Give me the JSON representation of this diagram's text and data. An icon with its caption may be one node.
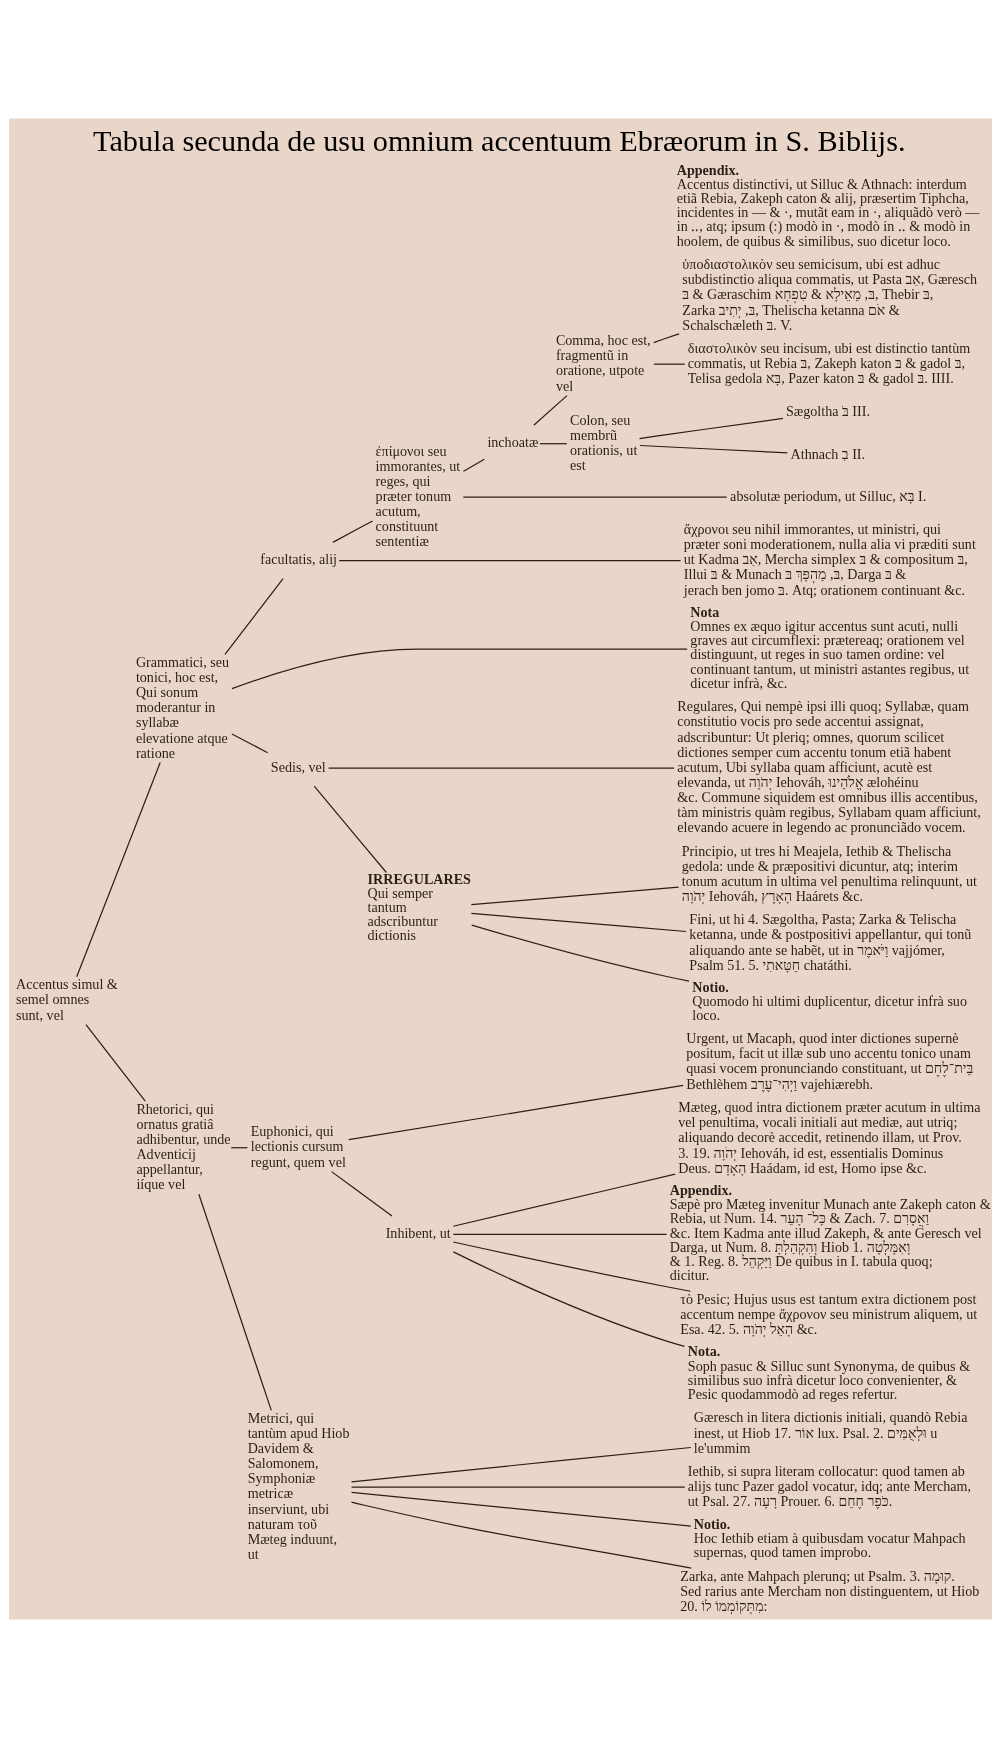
{
  "diagram": {
    "title": "Tabula secunda de usu omnium accentuum Ebræorum in S. Biblijs.",
    "nodes": [
      {
        "text": [
          "Accentus simul & semel omnes sunt, vel"
        ]
      },
      {
        "text": [
          "Grammatici, seu tonici, hoc est, Qui sonum moderantur in syllabæ elevatione atque ratione"
        ]
      },
      {
        "text": [
          "facultatis, alij"
        ]
      },
      {
        "text": [
          "ἐπίμονοι seu immorantes, ut reges, qui præter tonum acutum, constituunt sententiæ"
        ]
      },
      {
        "text": [
          "inchoatæ"
        ]
      },
      {
        "text": [
          "Comma, hoc est, fragmentũ in oratione, utpote vel"
        ]
      },
      {
        "text": [
          "ὑποδιαστολικὸν seu semicisum, ubi est adhuc subdistinctio aliqua commatis, ut Pasta אַב, Gæresch בּ & Gæraschim בּ, מֵאֵילָא & טִפְחָא, Thebir בּ, Zarka בּ, יְתִיב, Thelischa ketanna אֹם & Schalschæleth בּ. V."
        ]
      },
      {
        "text": [
          "διαστολικὸν seu incisum, ubi est distinctio tantùm commatis, ut Rebia בּ, Zakeph katon בּ & gadol בּ, Telisa gedola בָּא, Pazer katon בּ & gadol בּ. IIII."
        ]
      },
      {
        "text": [
          "Colon, seu membrũ orationis, ut est"
        ]
      },
      {
        "text": [
          "Sægoltha בֹּ III."
        ]
      },
      {
        "text": [
          "Athnach בֽ II."
        ]
      },
      {
        "text": [
          "Appendix.",
          "Accentus distinctivi, ut Silluc & Athnach: interdum etiã Rebia, Zakeph caton & alij, præsertim Tiphcha, incidentes in — & ·, mutãt eam in ·, aliquãdò verò — in ‥, atq; ipsum (:) modò in ·, modò in ‥ & modò in hoolem, de quibus & similibus, suo dicetur loco."
        ]
      },
      {
        "text": [
          "absolutæ periodum, ut Silluc, בָּא I."
        ]
      },
      {
        "text": [
          "ἄχρονοι seu nihil immorantes, ut ministri, qui præter soni moderationem, nulla alia vi præditi sunt ut Kadma אַב, Mercha simplex בּ & compositum בּ, Illui בּ & Munach בּ, מַהְפָּךְ בּ, Darga בּ & jerach ben jomo בּ. Atq; orationem continuant &c."
        ]
      },
      {
        "text": [
          "Nota",
          "Omnes ex æquo igitur accentus sunt acuti, nulli graves aut circumflexi: prætereaq; orationem vel distinguunt, ut reges in suo tamen ordine: vel continuant tantum, ut ministri astantes regibus, ut dicetur infrà, &c."
        ]
      },
      {
        "text": [
          "Sedis, vel"
        ]
      },
      {
        "text": [
          "Regulares, Qui nempè ipsi illi quoq; Syllabæ, quam constitutio vocis pro sede accentui assignat, adscribuntur: Ut pleriq; omnes, quorum scilicet dictiones semper cum accentu tonum etiã habent acutum, Ubi syllaba quam afficiunt, acutè est elevanda, ut יְהֹוָה Iehováh, אֱלֹהֵינוּ ælohéinu &c. Commune siquidem est omnibus illis accentibus, tàm ministris quàm regibus, Syllabam quam afficiunt, elevando acuere in legendo ac pronunciãdo vocem."
        ]
      },
      {
        "text": [
          "IRREGULARES",
          "Qui semper tantum adscribuntur dictionis"
        ]
      },
      {
        "text": [
          "Principio, ut tres hi Meajela, Iethib & Thelischa gedola: unde & præpositivi dicuntur, atq; interim tonum acutum in ultima vel penultima relinquunt, ut יְהֹוָה Iehováh, הָאָרֶץ Haárets &c."
        ]
      },
      {
        "text": [
          "Fini, ut hi 4. Sægoltha, Pasta; Zarka & Telischa ketanna, unde & postpositivi appellantur, qui tonũ aliquando ante se habẽt, ut in וַיֹּאמֶר vajjómer, Psalm 51. 5. חַטָּאתִי chatáthi."
        ]
      },
      {
        "text": [
          "Notio.",
          "Quomodo hi ultimi duplicentur, dicetur infrà suo loco."
        ]
      },
      {
        "text": [
          "Rhetorici, qui ornatus gratiâ adhibentur, unde Adventicij appellantur, iíque vel"
        ]
      },
      {
        "text": [
          "Euphonici, qui lectionis cursum regunt, quem vel"
        ]
      },
      {
        "text": [
          "Urgent, ut Macaph, quod inter dictiones supernè positum, facit ut illæ sub uno accentu tonico unam quasi vocem pronunciando constituant, ut בֵּית־לֶחֶם Bethlèhem וַיְהִי־עֶרֶב vajehiærebh."
        ]
      },
      {
        "text": [
          "Inhibent, ut"
        ]
      },
      {
        "text": [
          "Mæteg, quod intra dictionem præter acutum in ultima vel penultima, vocali initiali aut mediæ, aut utriq; aliquando decorè accedit, retinendo illam, ut Prov. 3. 19. יְהֹוָה Iehováh, id est, essentialis Dominus Deus. הָאָדָם Haádam, id est, Homo ipse &c."
        ]
      },
      {
        "text": [
          "Appendix.",
          "Sæpè pro Mæteg invenitur Munach ante Zakeph caton & Rebia, ut Num. 14. כָּל־ הָעֵר & Zach. 7. וַאֲסָרִם &c. Item Kadma ante illud Zakeph, & ante Geresch vel Darga, ut Num. 8. וְהִקְהַלְתָּ Hiob 1. וָאִמָּלְטָה & 1. Reg. 8. וַיַּקְהֵל De quibus in I. tabula quoq; dicitur."
        ]
      },
      {
        "text": [
          "τὸ Pesic; Hujus usus est tantum extra dictionem post accentum nempe ἄχρονον seu ministrum aliquem, ut Esa. 42. 5. הָאֵל יְהֹוָה &c."
        ]
      },
      {
        "text": [
          "Nota.",
          "Soph pasuc & Silluc sunt Synonyma, de quibus & similibus suo infrà dicetur loco convenienter, & Pesic quodammodò ad reges refertur."
        ]
      },
      {
        "text": [
          "Metrici, qui tantùm apud Hiob Davidem & Salomonem, Symphoniæ metricæ inserviunt, ubi naturam τοῦ Mæteg induunt, ut"
        ]
      },
      {
        "text": [
          "Gæresch in litera dictionis initiali, quandò Rebia inest, ut Hiob 17. אוֹר lux. Psal. 2. וּלְאֻמִּים u le'ummim"
        ]
      },
      {
        "text": [
          "Iethib, si supra literam collocatur: quod tamen ab alijs tunc Pazer gadol vocatur, idq; ante Mercham, ut Psal. 27. רָעָה Prouer. 6. כֹּפֶר חֶחֵם."
        ]
      },
      {
        "text": [
          "Notio.",
          "Hoc Iethib etiam à quibusdam vocatur Mahpach supernas, quod tamen improbo."
        ]
      },
      {
        "text": [
          "Zarka, ante Mahpach plerunq; ut Psalm. 3. קוּמָה. Sed rarius ante Mercham non distinguentem, ut Hiob 20. מִתְּקוֹמְמוֹ לוֹ:"
        ]
      }
    ],
    "edges": [
      {
        "from": 0,
        "to": 1,
        "arrow": "none"
      },
      {
        "from": 0,
        "to": 21,
        "arrow": "none"
      },
      {
        "from": 1,
        "to": 2,
        "arrow": "none"
      },
      {
        "from": 1,
        "to": 14,
        "arrow": "none"
      },
      {
        "from": 1,
        "to": 15,
        "arrow": "none"
      },
      {
        "from": 2,
        "to": 3,
        "arrow": "none"
      },
      {
        "from": 2,
        "to": 13,
        "arrow": "none"
      },
      {
        "from": 3,
        "to": 4,
        "arrow": "none"
      },
      {
        "from": 3,
        "to": 12,
        "arrow": "none"
      },
      {
        "from": 4,
        "to": 5,
        "arrow": "none"
      },
      {
        "from": 4,
        "to": 8,
        "arrow": "none"
      },
      {
        "from": 5,
        "to": 6,
        "arrow": "none"
      },
      {
        "from": 5,
        "to": 7,
        "arrow": "none"
      },
      {
        "from": 8,
        "to": 9,
        "arrow": "none"
      },
      {
        "from": 8,
        "to": 10,
        "arrow": "none"
      },
      {
        "from": 15,
        "to": 16,
        "arrow": "none"
      },
      {
        "from": 15,
        "to": 17,
        "arrow": "none"
      },
      {
        "from": 17,
        "to": 18,
        "arrow": "none"
      },
      {
        "from": 17,
        "to": 19,
        "arrow": "none"
      },
      {
        "from": 17,
        "to": 20,
        "arrow": "none"
      },
      {
        "from": 21,
        "to": 22,
        "arrow": "none"
      },
      {
        "from": 21,
        "to": 29,
        "arrow": "none"
      },
      {
        "from": 22,
        "to": 23,
        "arrow": "none"
      },
      {
        "from": 22,
        "to": 24,
        "arrow": "none"
      },
      {
        "from": 24,
        "to": 25,
        "arrow": "none"
      },
      {
        "from": 24,
        "to": 26,
        "arrow": "none"
      },
      {
        "from": 24,
        "to": 27,
        "arrow": "none"
      },
      {
        "from": 24,
        "to": 28,
        "arrow": "none"
      },
      {
        "from": 29,
        "to": 30,
        "arrow": "none"
      },
      {
        "from": 29,
        "to": 31,
        "arrow": "none"
      },
      {
        "from": 29,
        "to": 32,
        "arrow": "none"
      },
      {
        "from": 29,
        "to": 33,
        "arrow": "none"
      }
    ]
  }
}
